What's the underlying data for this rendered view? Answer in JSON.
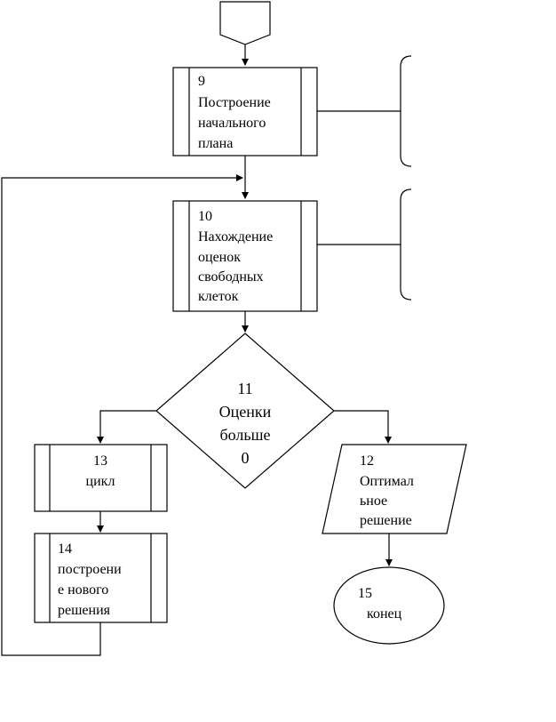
{
  "diagram": {
    "type": "flowchart",
    "nodes": [
      {
        "id": "connector-in",
        "shape": "offpage-connector",
        "lines": []
      },
      {
        "id": "9",
        "shape": "predefined-process",
        "lines": [
          "9",
          "Построение",
          "начального",
          "плана"
        ]
      },
      {
        "id": "10",
        "shape": "predefined-process",
        "lines": [
          "10",
          "Нахождение",
          "оценок",
          "свободных",
          "клеток"
        ]
      },
      {
        "id": "11",
        "shape": "decision",
        "lines": [
          "11",
          "Оценки",
          "больше",
          "0"
        ]
      },
      {
        "id": "13",
        "shape": "predefined-process",
        "lines": [
          "13",
          "цикл"
        ]
      },
      {
        "id": "14",
        "shape": "predefined-process",
        "lines": [
          "14",
          "построени",
          "е нового",
          "решения"
        ]
      },
      {
        "id": "12",
        "shape": "data",
        "lines": [
          "12",
          "Оптимал",
          "ьное",
          "решение"
        ]
      },
      {
        "id": "15",
        "shape": "terminator",
        "lines": [
          "15",
          "конец"
        ]
      }
    ],
    "edges": [
      {
        "from": "connector-in",
        "to": "9"
      },
      {
        "from": "9",
        "to": "10"
      },
      {
        "from": "10",
        "to": "11"
      },
      {
        "from": "11",
        "to": "13",
        "side": "left"
      },
      {
        "from": "11",
        "to": "12",
        "side": "right"
      },
      {
        "from": "13",
        "to": "14"
      },
      {
        "from": "14",
        "to": "10",
        "loop": true
      },
      {
        "from": "12",
        "to": "15"
      }
    ],
    "annotations": [
      {
        "attached_to": "9",
        "text": ""
      },
      {
        "attached_to": "10",
        "text": ""
      }
    ]
  }
}
